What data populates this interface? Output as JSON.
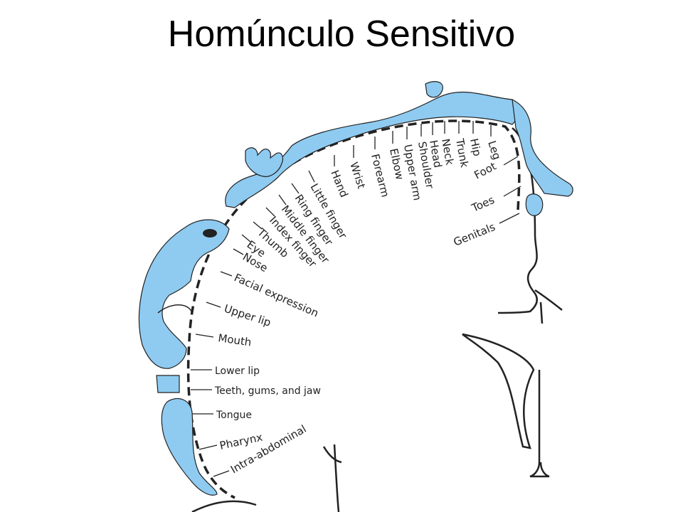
{
  "title": "Homúnculo Sensitivo",
  "colors": {
    "body": "#8FCBF1",
    "outline": "#222222",
    "text": "#222222"
  },
  "labels": {
    "leg": "Leg",
    "hip": "Hip",
    "trunk": "Trunk",
    "neck": "Neck",
    "head": "Head",
    "shoulder": "Shoulder",
    "upper_arm": "Upper arm",
    "elbow": "Elbow",
    "forearm": "Forearm",
    "wrist": "Wrist",
    "hand": "Hand",
    "little_finger": "Little finger",
    "ring_finger": "Ring finger",
    "middle_finger": "Middle finger",
    "index_finger": "Index finger",
    "thumb": "Thumb",
    "eye": "Eye",
    "nose": "Nose",
    "facial_expression": "Facial expression",
    "upper_lip": "Upper lip",
    "mouth": "Mouth",
    "lower_lip": "Lower lip",
    "teeth": "Teeth, gums, and jaw",
    "tongue": "Tongue",
    "pharynx": "Pharynx",
    "intra_abdominal": "Intra-abdominal",
    "foot": "Foot",
    "toes": "Toes",
    "genitals": "Genitals"
  }
}
